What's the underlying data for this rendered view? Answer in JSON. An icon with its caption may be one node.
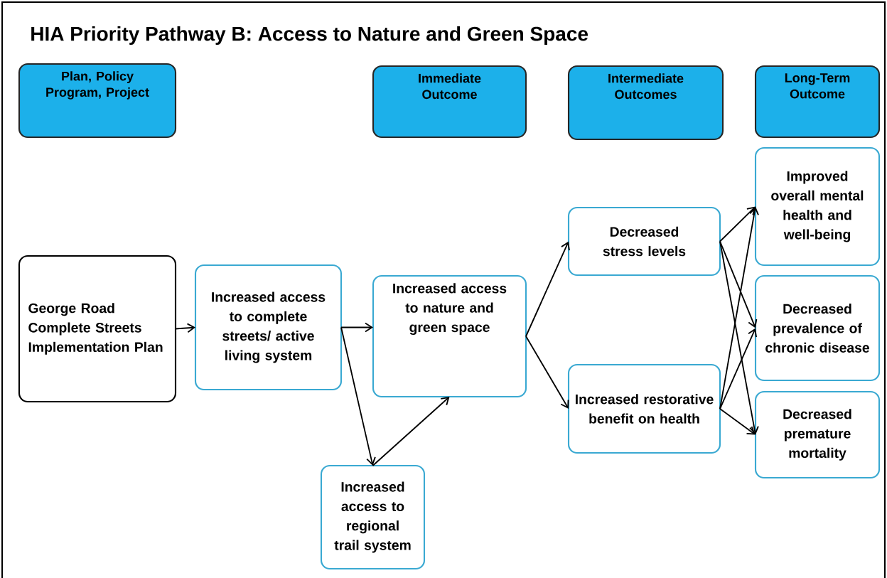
{
  "diagram": {
    "title": "HIA Priority Pathway B: Access to Nature and Green Space",
    "nodes": [
      {
        "text": [
          "Plan, Policy Program, Project"
        ]
      },
      {
        "text": [
          "Immediate Outcome"
        ]
      },
      {
        "text": [
          "Intermediate Outcomes"
        ]
      },
      {
        "text": [
          "Long-Term Outcome"
        ]
      },
      {
        "text": [
          "George Road Complete Streets Implementation Plan"
        ]
      },
      {
        "text": [
          "Increased access to complete streets/ active living system"
        ]
      },
      {
        "text": [
          "Increased access to nature and green space"
        ]
      },
      {
        "text": [
          "Increased access to regional trail system"
        ]
      },
      {
        "text": [
          "Decreased stress levels"
        ]
      },
      {
        "text": [
          "Increased restorative benefit on health"
        ]
      },
      {
        "text": [
          "Improved overall mental health and well-being"
        ]
      },
      {
        "text": [
          "Decreased prevalence of chronic disease"
        ]
      },
      {
        "text": [
          "Decreased premature mortality"
        ]
      }
    ],
    "edges": [
      {
        "from": 4,
        "to": 5,
        "arrow": "to"
      },
      {
        "from": 5,
        "to": 6,
        "arrow": "to"
      },
      {
        "from": 5,
        "to": 7,
        "arrow": "to"
      },
      {
        "from": 7,
        "to": 6,
        "arrow": "to"
      },
      {
        "from": 6,
        "to": 8,
        "arrow": "to"
      },
      {
        "from": 6,
        "to": 9,
        "arrow": "to"
      },
      {
        "from": 8,
        "to": 10,
        "arrow": "to"
      },
      {
        "from": 8,
        "to": 11,
        "arrow": "to"
      },
      {
        "from": 8,
        "to": 12,
        "arrow": "to"
      },
      {
        "from": 9,
        "to": 10,
        "arrow": "to"
      },
      {
        "from": 9,
        "to": 11,
        "arrow": "to"
      },
      {
        "from": 9,
        "to": 12,
        "arrow": "to"
      }
    ]
  }
}
